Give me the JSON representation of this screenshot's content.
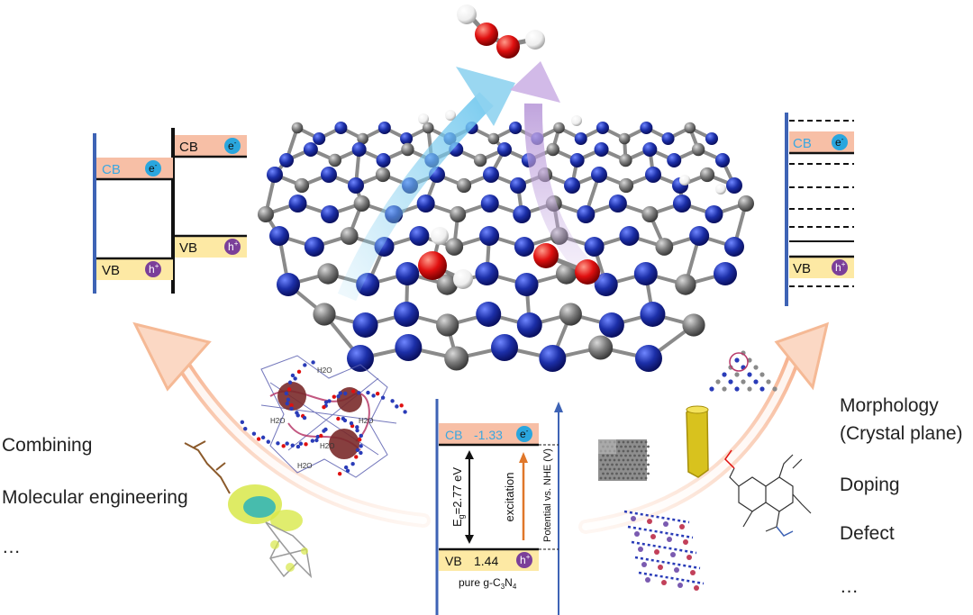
{
  "left_bands": {
    "cb": "CB",
    "vb": "VB",
    "electron": "e",
    "electron_sup": "-",
    "hole": "h",
    "hole_sup": "+"
  },
  "right_bands": {
    "cb": "CB",
    "vb": "VB",
    "electron": "e",
    "electron_sup": "-",
    "hole": "h",
    "hole_sup": "+"
  },
  "center_box": {
    "cb_label": "CB",
    "cb_value": "-1.33",
    "vb_label": "VB",
    "vb_value": "1.44",
    "gap_prefix": "E",
    "gap_sub": "g",
    "gap_value": "=2.77 eV",
    "excitation": "excitation",
    "axis_label": "Potential vs. NHE (V)",
    "material_prefix": "pure g-C",
    "material_sub1": "3",
    "material_mid": "N",
    "material_sub2": "4"
  },
  "left_labels": [
    "Combining",
    "Molecular engineering",
    "…"
  ],
  "right_labels": [
    "Morphology",
    "(Crystal plane)",
    "Doping",
    "Defect",
    "…"
  ],
  "molecule_labels": [
    "H2O",
    "H2O",
    "H2O",
    "H2O",
    "H2O"
  ],
  "colors": {
    "nitrogen": "#1c2fa8",
    "carbon": "#7a7a7a",
    "oxygen": "#e01010",
    "hydrogen": "#ffffff",
    "cb_band": "#f7bfa6",
    "vb_band": "#fde9a4",
    "electron": "#2aa6de",
    "hole": "#7b3f99",
    "axis": "#3e63b5",
    "arrow_orange": "#f5b995",
    "arrow_blue": "#8fd3f0",
    "arrow_purple": "#cdb3e6"
  }
}
